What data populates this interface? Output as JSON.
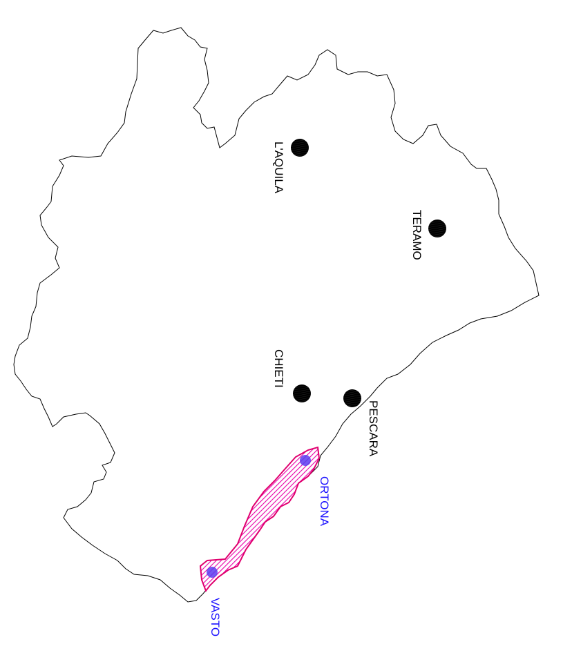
{
  "colors": {
    "outline": "#000000",
    "city_marker": "#000000",
    "city_label": "#000000",
    "highlight_stroke": "#e0006e",
    "highlight_hatch": "#e800a8",
    "highlight_city_marker": "#5a3cf0",
    "highlight_city_label": "#1a10ff"
  },
  "cities": {
    "laquila": {
      "label": "L'AQUILA"
    },
    "teramo": {
      "label": "TERAMO"
    },
    "chieti": {
      "label": "CHIETI"
    },
    "pescara": {
      "label": "PESCARA"
    }
  },
  "highlight_cities": {
    "ortona": {
      "label": "ORTONA"
    },
    "vasto": {
      "label": "VASTO"
    }
  }
}
